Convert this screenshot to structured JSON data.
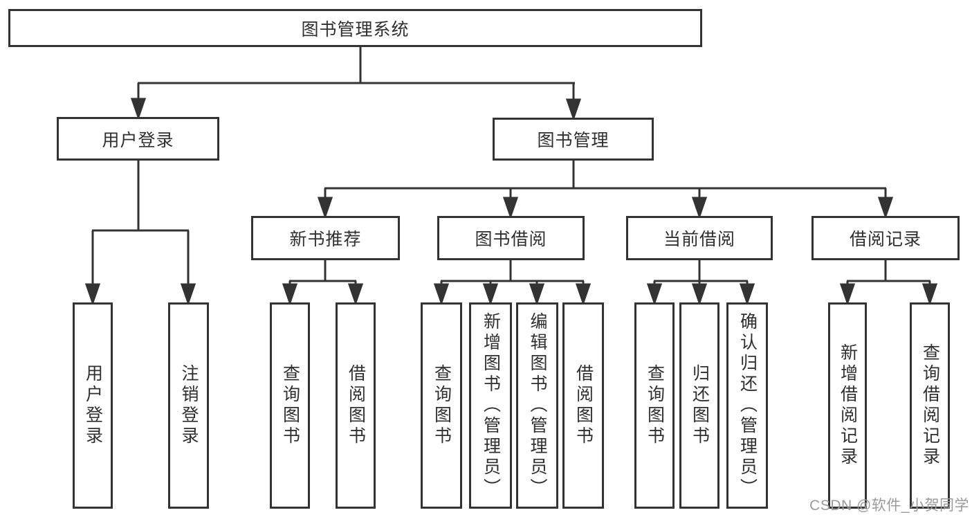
{
  "tree": {
    "label": "图书管理系统",
    "children": [
      {
        "label": "用户登录",
        "children": [
          {
            "label": "用户登录"
          },
          {
            "label": "注销登录"
          }
        ]
      },
      {
        "label": "图书管理",
        "children": [
          {
            "label": "新书推荐",
            "children": [
              {
                "label": "查询图书"
              },
              {
                "label": "借阅图书"
              }
            ]
          },
          {
            "label": "图书借阅",
            "children": [
              {
                "label": "查询图书"
              },
              {
                "label": "新增图书（管理员）"
              },
              {
                "label": "编辑图书（管理员）"
              },
              {
                "label": "借阅图书"
              }
            ]
          },
          {
            "label": "当前借阅",
            "children": [
              {
                "label": "查询图书"
              },
              {
                "label": "归还图书"
              },
              {
                "label": "确认归还（管理员）"
              }
            ]
          },
          {
            "label": "借阅记录",
            "children": [
              {
                "label": "新增借阅记录"
              },
              {
                "label": "查询借阅记录"
              }
            ]
          }
        ]
      }
    ]
  },
  "watermark": {
    "text": "CSDN @软件_小贺同学"
  },
  "colors": {
    "line": "#333333",
    "text": "#2f2f2f",
    "background": "#ffffff",
    "watermark": "#9a9a9a"
  }
}
